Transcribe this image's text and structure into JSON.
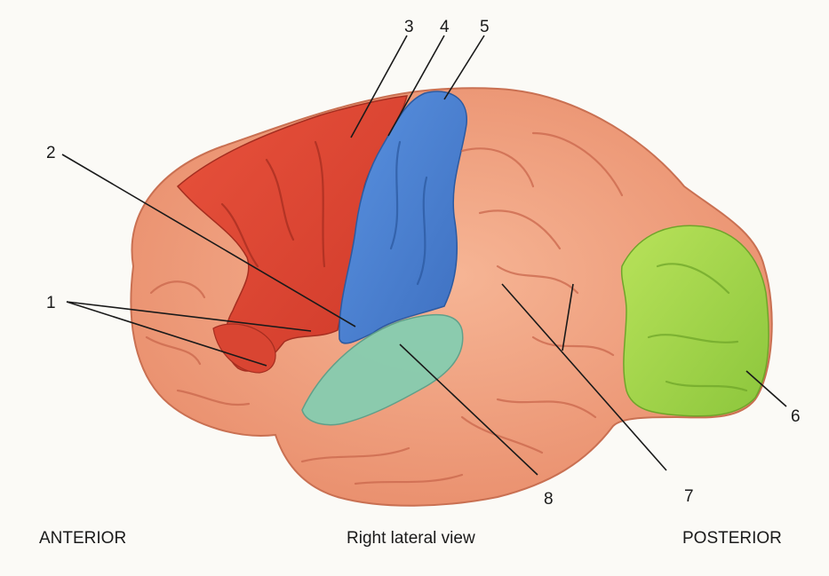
{
  "labels": {
    "n1": "1",
    "n2": "2",
    "n3": "3",
    "n4": "4",
    "n5": "5",
    "n6": "6",
    "n7": "7",
    "n8": "8"
  },
  "captions": {
    "anterior": "ANTERIOR",
    "view": "Right lateral view",
    "posterior": "POSTERIOR"
  },
  "colors": {
    "background": "#fbfaf6",
    "cortex": "#f0a07e",
    "red_region": "#e04a36",
    "blue_region": "#4f86d6",
    "green_region": "#a6d64a",
    "teal_region": "#7fc8a8"
  }
}
